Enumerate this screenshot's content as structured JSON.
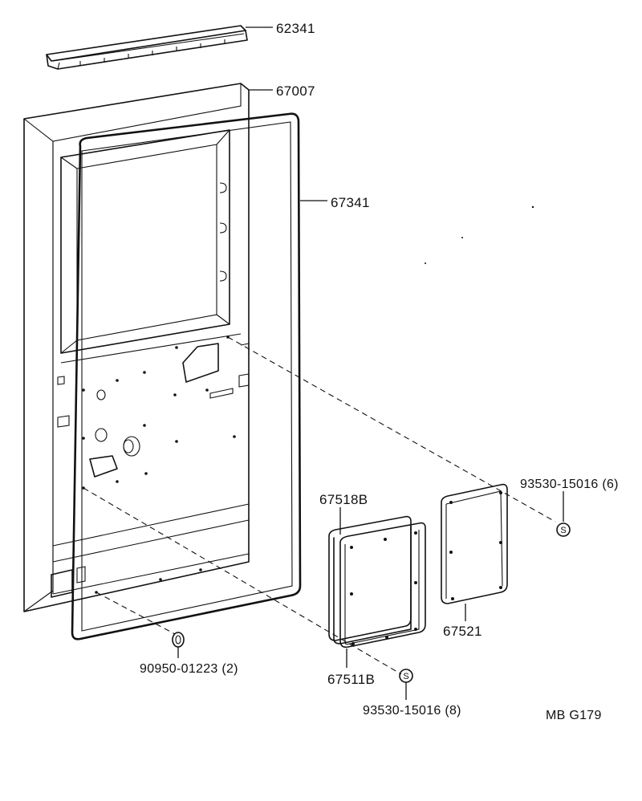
{
  "parts": {
    "p62341": "62341",
    "p67007": "67007",
    "p67341": "67341",
    "p67518b": "67518B",
    "p67511b": "67511B",
    "p67521": "67521",
    "p93530_6": "93530-15016 (6)",
    "p93530_8": "93530-15016 (8)",
    "p90950": "90950-01223 (2)"
  },
  "markers": {
    "screw_symbol": "S"
  },
  "footer": {
    "code": "MB  G179"
  },
  "icons": {
    "screw": "circled-s-icon",
    "plug": "hole-plug-icon"
  }
}
